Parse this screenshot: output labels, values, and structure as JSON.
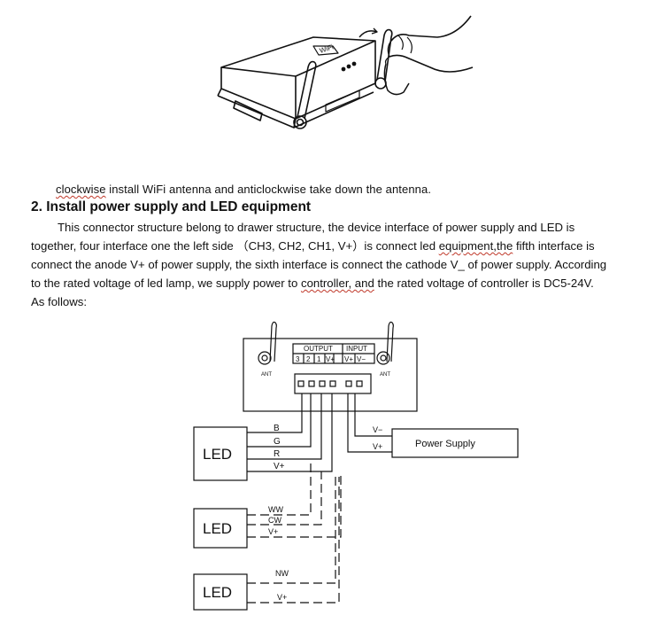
{
  "caption": {
    "word1": "clockwise",
    "rest": " install WiFi antenna and anticlockwise take down the antenna."
  },
  "heading": "2. Install power supply and LED equipment",
  "paragraph": {
    "l1": "This connector structure belong to drawer structure, the device interface of power supply and LED is",
    "l2a": "together, four interface one the left side （CH3, CH2, CH1, V+）is connect led ",
    "l2b": "equipment,the",
    "l2c": " fifth interface is",
    "l3": "connect the anode V+ of power supply, the sixth interface is connect the cathode V_ of power supply. According",
    "l4a": "to the rated voltage of led lamp, we supply power to ",
    "l4b": "controller, and",
    "l4c": " the rated voltage of controller is DC5-24V.",
    "l5": "As follows:"
  },
  "diagram": {
    "output_label": "OUTPUT",
    "input_label": "INPUT",
    "terminals": [
      "3",
      "2",
      "1",
      "V+",
      "V+",
      "V−"
    ],
    "ant_left": "ANT",
    "ant_right": "ANT",
    "led_rgb": "LED",
    "led_cct": "LED",
    "led_single": "LED",
    "wire_b": "B",
    "wire_g": "G",
    "wire_r": "R",
    "wire_vplus": "V+",
    "wire_ww": "WW",
    "wire_cw": "CW",
    "wire_vplus2": "V+",
    "wire_nw": "NW",
    "wire_vplus3": "V+",
    "ps_vminus": "V−",
    "ps_vplus": "V+",
    "power_supply": "Power Supply"
  }
}
